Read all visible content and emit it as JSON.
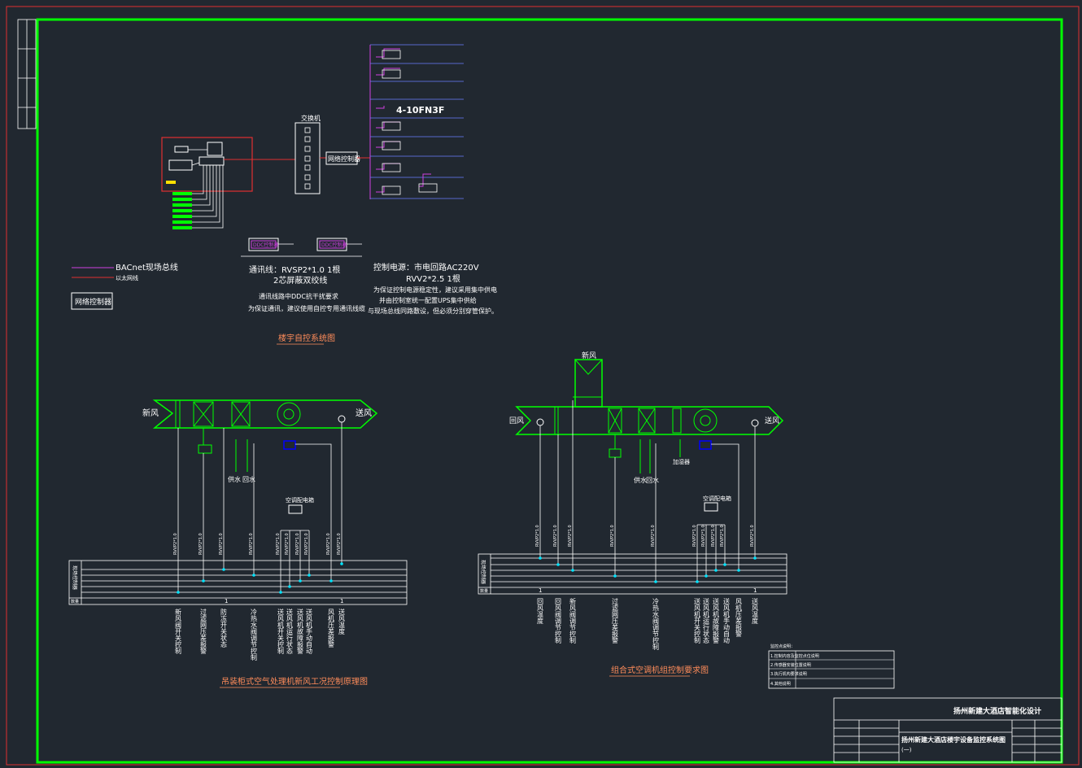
{
  "colors": {
    "background": "#212830",
    "frame": "#00ff00",
    "border": "#e03030",
    "bacnet": "#d040e0",
    "fire": "#e03030",
    "device": "#00ff00",
    "text": "#ffffff",
    "title": "#ff8c5a",
    "sensor": "#00e5ff",
    "valve": "#0000ff",
    "pipe": "#ffffff"
  },
  "bas": {
    "cabinet_label": "交换机",
    "net_controller": "网络控制器",
    "floor_label": "4-10FN3F",
    "ddc_label": "DDC控制器",
    "legend": {
      "bacnet": "BACnet现场总线",
      "fire": "以太网线",
      "box": "网络控制器"
    },
    "comm": {
      "line1": "通讯线：RVSP2*1.0   1根",
      "line2": "2芯屏蔽双绞线",
      "line3": "通讯线路中DDC抗干扰要求",
      "line4": "为保证通讯，建议使用自控专用通讯线缆"
    },
    "power": {
      "line1": "控制电源：市电回路AC220V",
      "line2": "RVV2*2.5   1根",
      "line3": "为保证控制电源稳定性，建议采用集中供电",
      "line4": "并由控制室统一配置UPS集中供给",
      "line5": "与现场总线同路敷设，但必须分别穿管保护。"
    },
    "title": "楼宇自控系统图"
  },
  "fau": {
    "in_label": "新风",
    "out_label": "送风",
    "supply": "供水",
    "return": "回水",
    "box_label": "空调配电箱",
    "wire_labels": [
      "RVVP2*1.0",
      "RVVP2*1.0",
      "RVVP2*1.0",
      "RVVP2*1.0",
      "RVVP2*1.0",
      "RVVP2*1.0",
      "RVVP2*1.0",
      "RVVP2*1.0",
      "RVVP2*1.0",
      "RVVP2*1.0"
    ],
    "table_side": "现场控制器",
    "table_foot": "数量",
    "table_nums": [
      "1",
      "1"
    ],
    "points": [
      "新风阀开关控制",
      "过滤网压差报警",
      "防冻开关状态",
      "冷热水阀调节控制",
      "送风机开关控制",
      "送风机运行状态",
      "送风机故障报警",
      "送风机手动自动",
      "风机压差报警",
      "送风温度"
    ],
    "title": "吊装柜式空气处理机新风工况控制原理图"
  },
  "ahu": {
    "fresh_label": "新风",
    "return_label": "回风",
    "supply_label": "送风",
    "supply": "供水",
    "return": "回水",
    "humid": "加湿器",
    "box_label": "空调配电箱",
    "wire_labels": [
      "RVVP2*1.0",
      "RVVP2*1.0",
      "RVVP2*1.0",
      "RVVP2*1.0",
      "RVVP2*1.0",
      "RVVP2*1.0",
      "RVVP2*1.0",
      "RVVP2*1.0",
      "RVVP2*1.0",
      "RVVP2*1.0"
    ],
    "table_side": "现场控制器",
    "table_foot": "数量",
    "table_nums": [
      "1",
      "1"
    ],
    "points": [
      "回风温度",
      "回风阀调节控制",
      "新风阀调节控制",
      "过滤网压差报警",
      "冷热水阀调节控制",
      "送风机开关控制",
      "送风机运行状态",
      "送风机故障报警",
      "送风机手动自动",
      "风机压差报警",
      "送风温度"
    ],
    "title": "组合式空调机组控制要求图"
  },
  "notes": {
    "header": "监控点说明：",
    "rows": [
      "1.控制内容及监控点位说明",
      "2.传感器安装位置说明",
      "3.执行机构要求说明",
      "4.其他说明"
    ]
  },
  "titleblock": {
    "project": "扬州新建大酒店智能化设计",
    "drawing": "扬州新建大酒店楼宇设备监控系统图",
    "drawing_no": "(一)"
  }
}
